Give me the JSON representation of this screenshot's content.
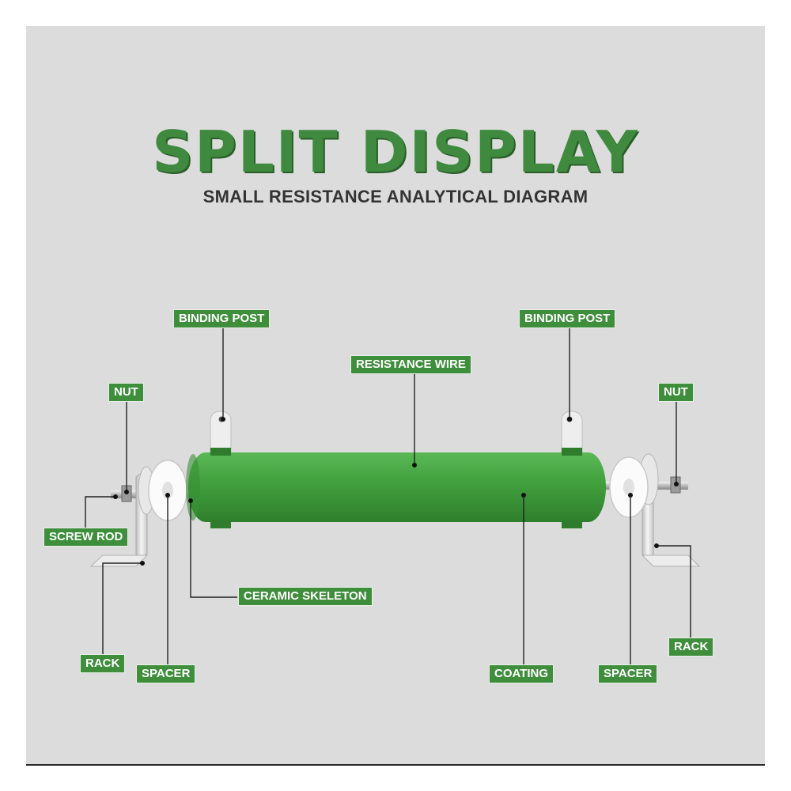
{
  "title": "SPLIT DISPLAY",
  "subtitle": "SMALL RESISTANCE ANALYTICAL DIAGRAM",
  "labels": {
    "binding_post_left": "BINDING POST",
    "binding_post_right": "BINDING POST",
    "resistance_wire": "RESISTANCE WIRE",
    "nut_left": "NUT",
    "nut_right": "NUT",
    "screw_rod": "SCREW ROD",
    "ceramic_skeleton": "CERAMIC SKELETON",
    "rack_left": "RACK",
    "rack_right": "RACK",
    "spacer_left": "SPACER",
    "spacer_right": "SPACER",
    "coating": "COATING"
  },
  "colors": {
    "accent_green": "#3e8e3b",
    "resistor_green": "#3fa13b",
    "background": "#dcdcdc"
  }
}
